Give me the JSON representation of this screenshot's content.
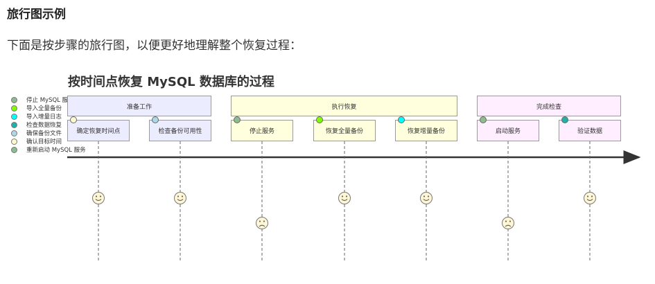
{
  "heading": "旅行图示例",
  "intro": "下面是按步骤的旅行图，以便更好地理解整个恢复过程：",
  "journey": {
    "title": "按时间点恢复 MySQL 数据库的过程",
    "legend": [
      {
        "label": "停止 MySQL 服务",
        "color": "#8fbc8f"
      },
      {
        "label": "导入全量备份",
        "color": "#7fff00"
      },
      {
        "label": "导入增量日志",
        "color": "#00ffff"
      },
      {
        "label": "检查数据恢复",
        "color": "#20b2aa"
      },
      {
        "label": "确保备份文件",
        "color": "#add8e6"
      },
      {
        "label": "确认目标时间",
        "color": "#fffacd"
      },
      {
        "label": "重新启动 MySQL 服务",
        "color": "#8fbc8f"
      }
    ],
    "sections": [
      {
        "label": "准备工作",
        "fill": "#ececff"
      },
      {
        "label": "执行恢复",
        "fill": "#ffffde"
      },
      {
        "label": "完成检查",
        "fill": "#ffeeff"
      }
    ],
    "tasks": [
      {
        "label": "确定恢复时间点",
        "score": 5,
        "dot": "#fffacd"
      },
      {
        "label": "检查备份可用性",
        "score": 5,
        "dot": "#add8e6"
      },
      {
        "label": "停止服务",
        "score": 3,
        "dot": "#8fbc8f"
      },
      {
        "label": "恢复全量备份",
        "score": 5,
        "dot": "#7fff00"
      },
      {
        "label": "恢复增量备份",
        "score": 5,
        "dot": "#00ffff"
      },
      {
        "label": "启动服务",
        "score": 3,
        "dot": "#8fbc8f"
      },
      {
        "label": "验证数据",
        "score": 5,
        "dot": "#20b2aa"
      }
    ]
  }
}
